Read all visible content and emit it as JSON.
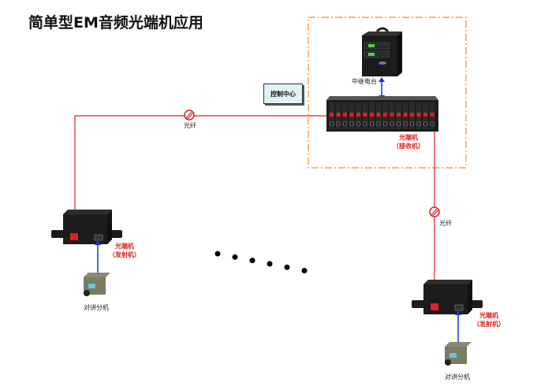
{
  "title": "简单型EM音频光端机应用",
  "control_center": {
    "label": "控制中心"
  },
  "repeater": {
    "label": "中继电台",
    "icon": "radio-repeater-icon"
  },
  "receiver_rack": {
    "label_line1": "光端机",
    "label_line2": "（接收机）",
    "ports": 16
  },
  "fiber_labels": {
    "left": "光纤",
    "right": "光纤"
  },
  "transmitters": [
    {
      "label_line1": "光端机",
      "label_line2": "（发射机）",
      "terminal_label": "对讲分机"
    },
    {
      "label_line1": "光端机",
      "label_line2": "（发射机）",
      "terminal_label": "对讲分机"
    }
  ],
  "ellipsis_dots": 6,
  "colors": {
    "fiber": "#e02020",
    "link": "#1a2ee0",
    "frame": "#f08a30",
    "device": "#1c1c1c"
  }
}
